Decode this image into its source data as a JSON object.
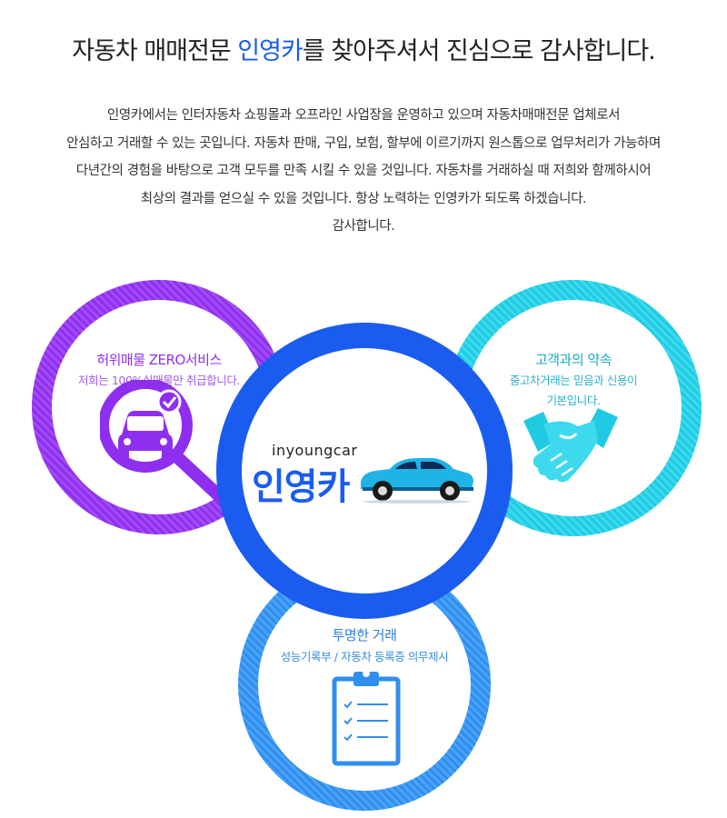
{
  "headline": {
    "before": "자동차 매매전문 ",
    "accent": "인영카",
    "after": "를 찾아주셔서 진심으로 감사합니다."
  },
  "intro": {
    "lines": [
      "인영카에서는 인터자동차 쇼핑몰과 오프라인 사업장을 운영하고 있으며 자동차매매전문 업체로서",
      "안심하고 거래할 수 있는 곳입니다. 자동차 판매, 구입, 보험, 할부에 이르기까지 원스톱으로 업무처리가 가능하며",
      "다년간의 경험을 바탕으로 고객 모두를 만족 시킬 수 있을 것입니다. 자동차를 거래하실 때 저희와 함께하시어",
      "최상의 결과를 얻으실 수 있을 것입니다. 항상 노력하는 인영카가 되도록 하겠습니다.",
      "감사합니다."
    ]
  },
  "circles": {
    "left": {
      "title": "허위매물 ZERO서비스",
      "sub": [
        "저희는 100%실매물만 취급합니다."
      ],
      "icon": "car-magnifier-check-icon",
      "color": "#8e2ff0"
    },
    "right": {
      "title": "고객과의 약속",
      "sub": [
        "중고차거래는 믿음과 신용이",
        "기본입니다."
      ],
      "icon": "handshake-icon",
      "color": "#1fcbe3"
    },
    "bottom": {
      "title": "투명한 거래",
      "sub": [
        "성능기록부 / 자동차 등록증 의무제시"
      ],
      "icon": "clipboard-checklist-icon",
      "color": "#2f8ef0"
    },
    "center": {
      "logo_en": "inyoungcar",
      "logo_ko": "인영카",
      "icon": "sports-car-icon",
      "color": "#1a5cf0"
    }
  }
}
